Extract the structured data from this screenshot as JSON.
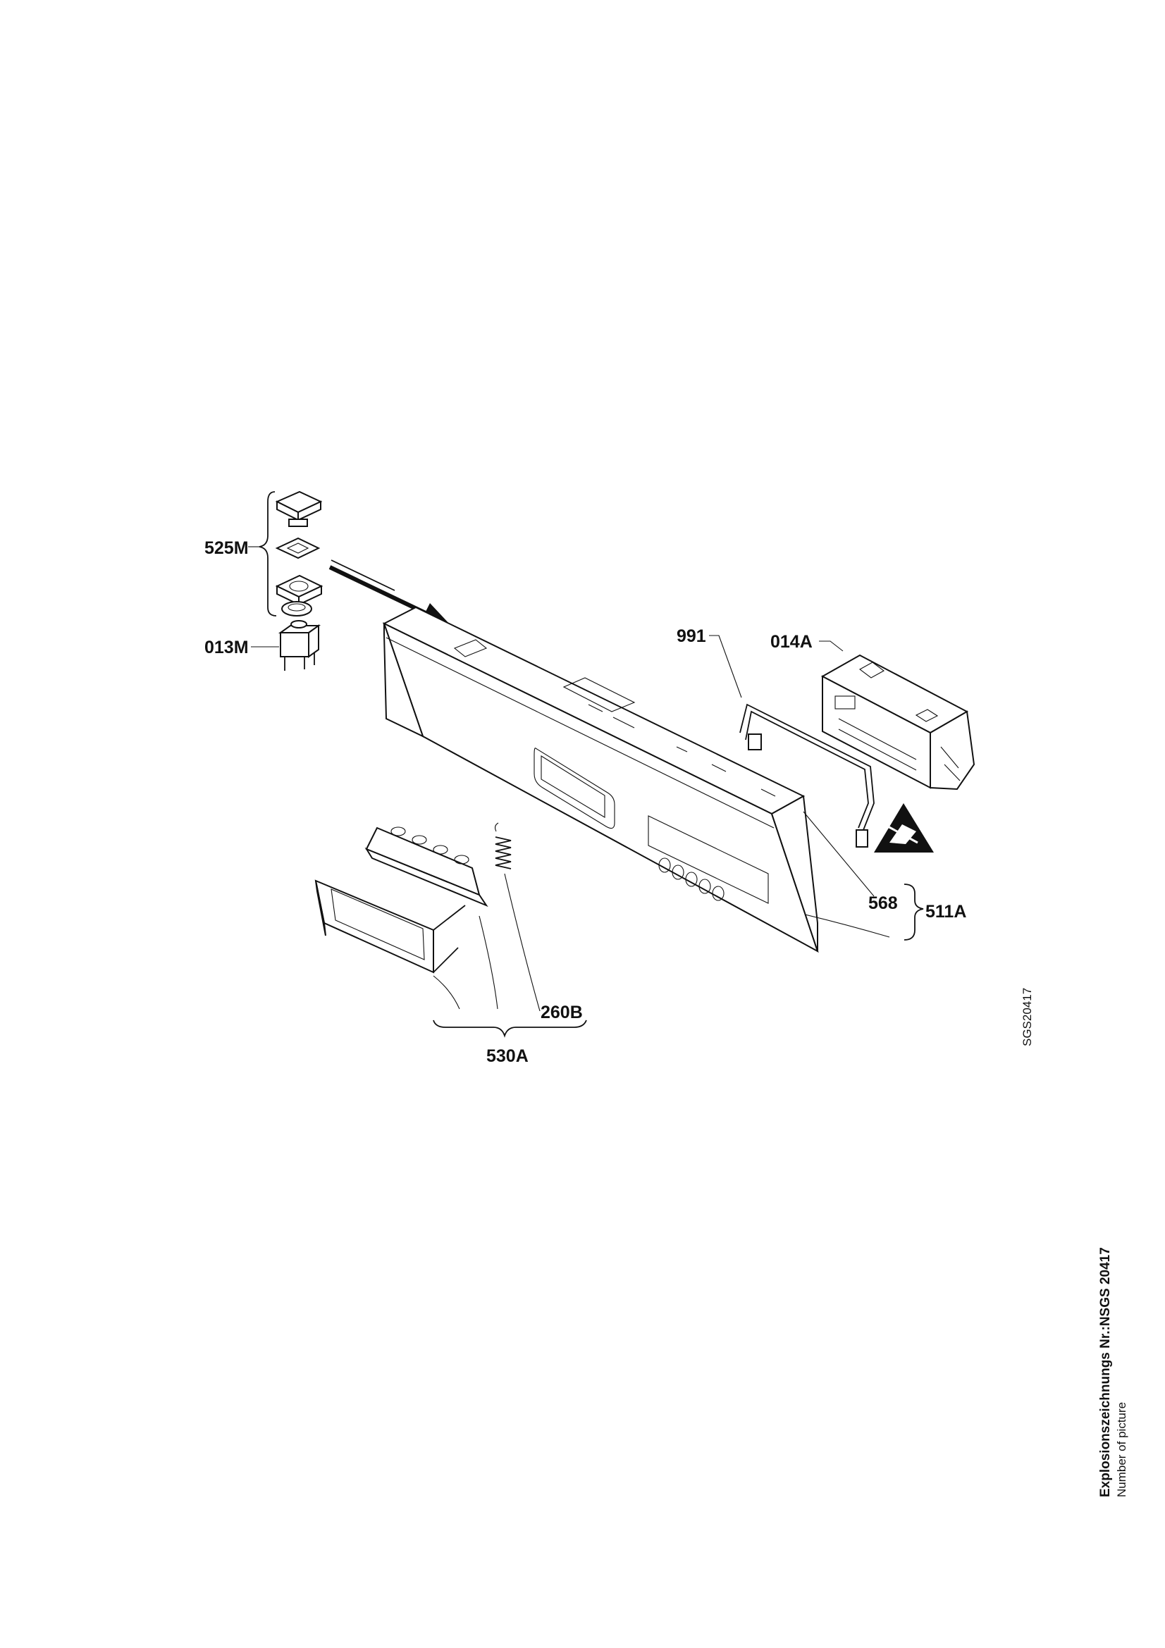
{
  "labels": {
    "l525M": "525M",
    "l013M": "013M",
    "l991": "991",
    "l014A": "014A",
    "l568": "568",
    "l511A": "511A",
    "l260B": "260B",
    "l530A": "530A"
  },
  "side_code": "SGS20417",
  "caption": {
    "title": "Explosionszeichnungs Nr.:NSGS 20417",
    "subtitle": "Number of picture"
  }
}
